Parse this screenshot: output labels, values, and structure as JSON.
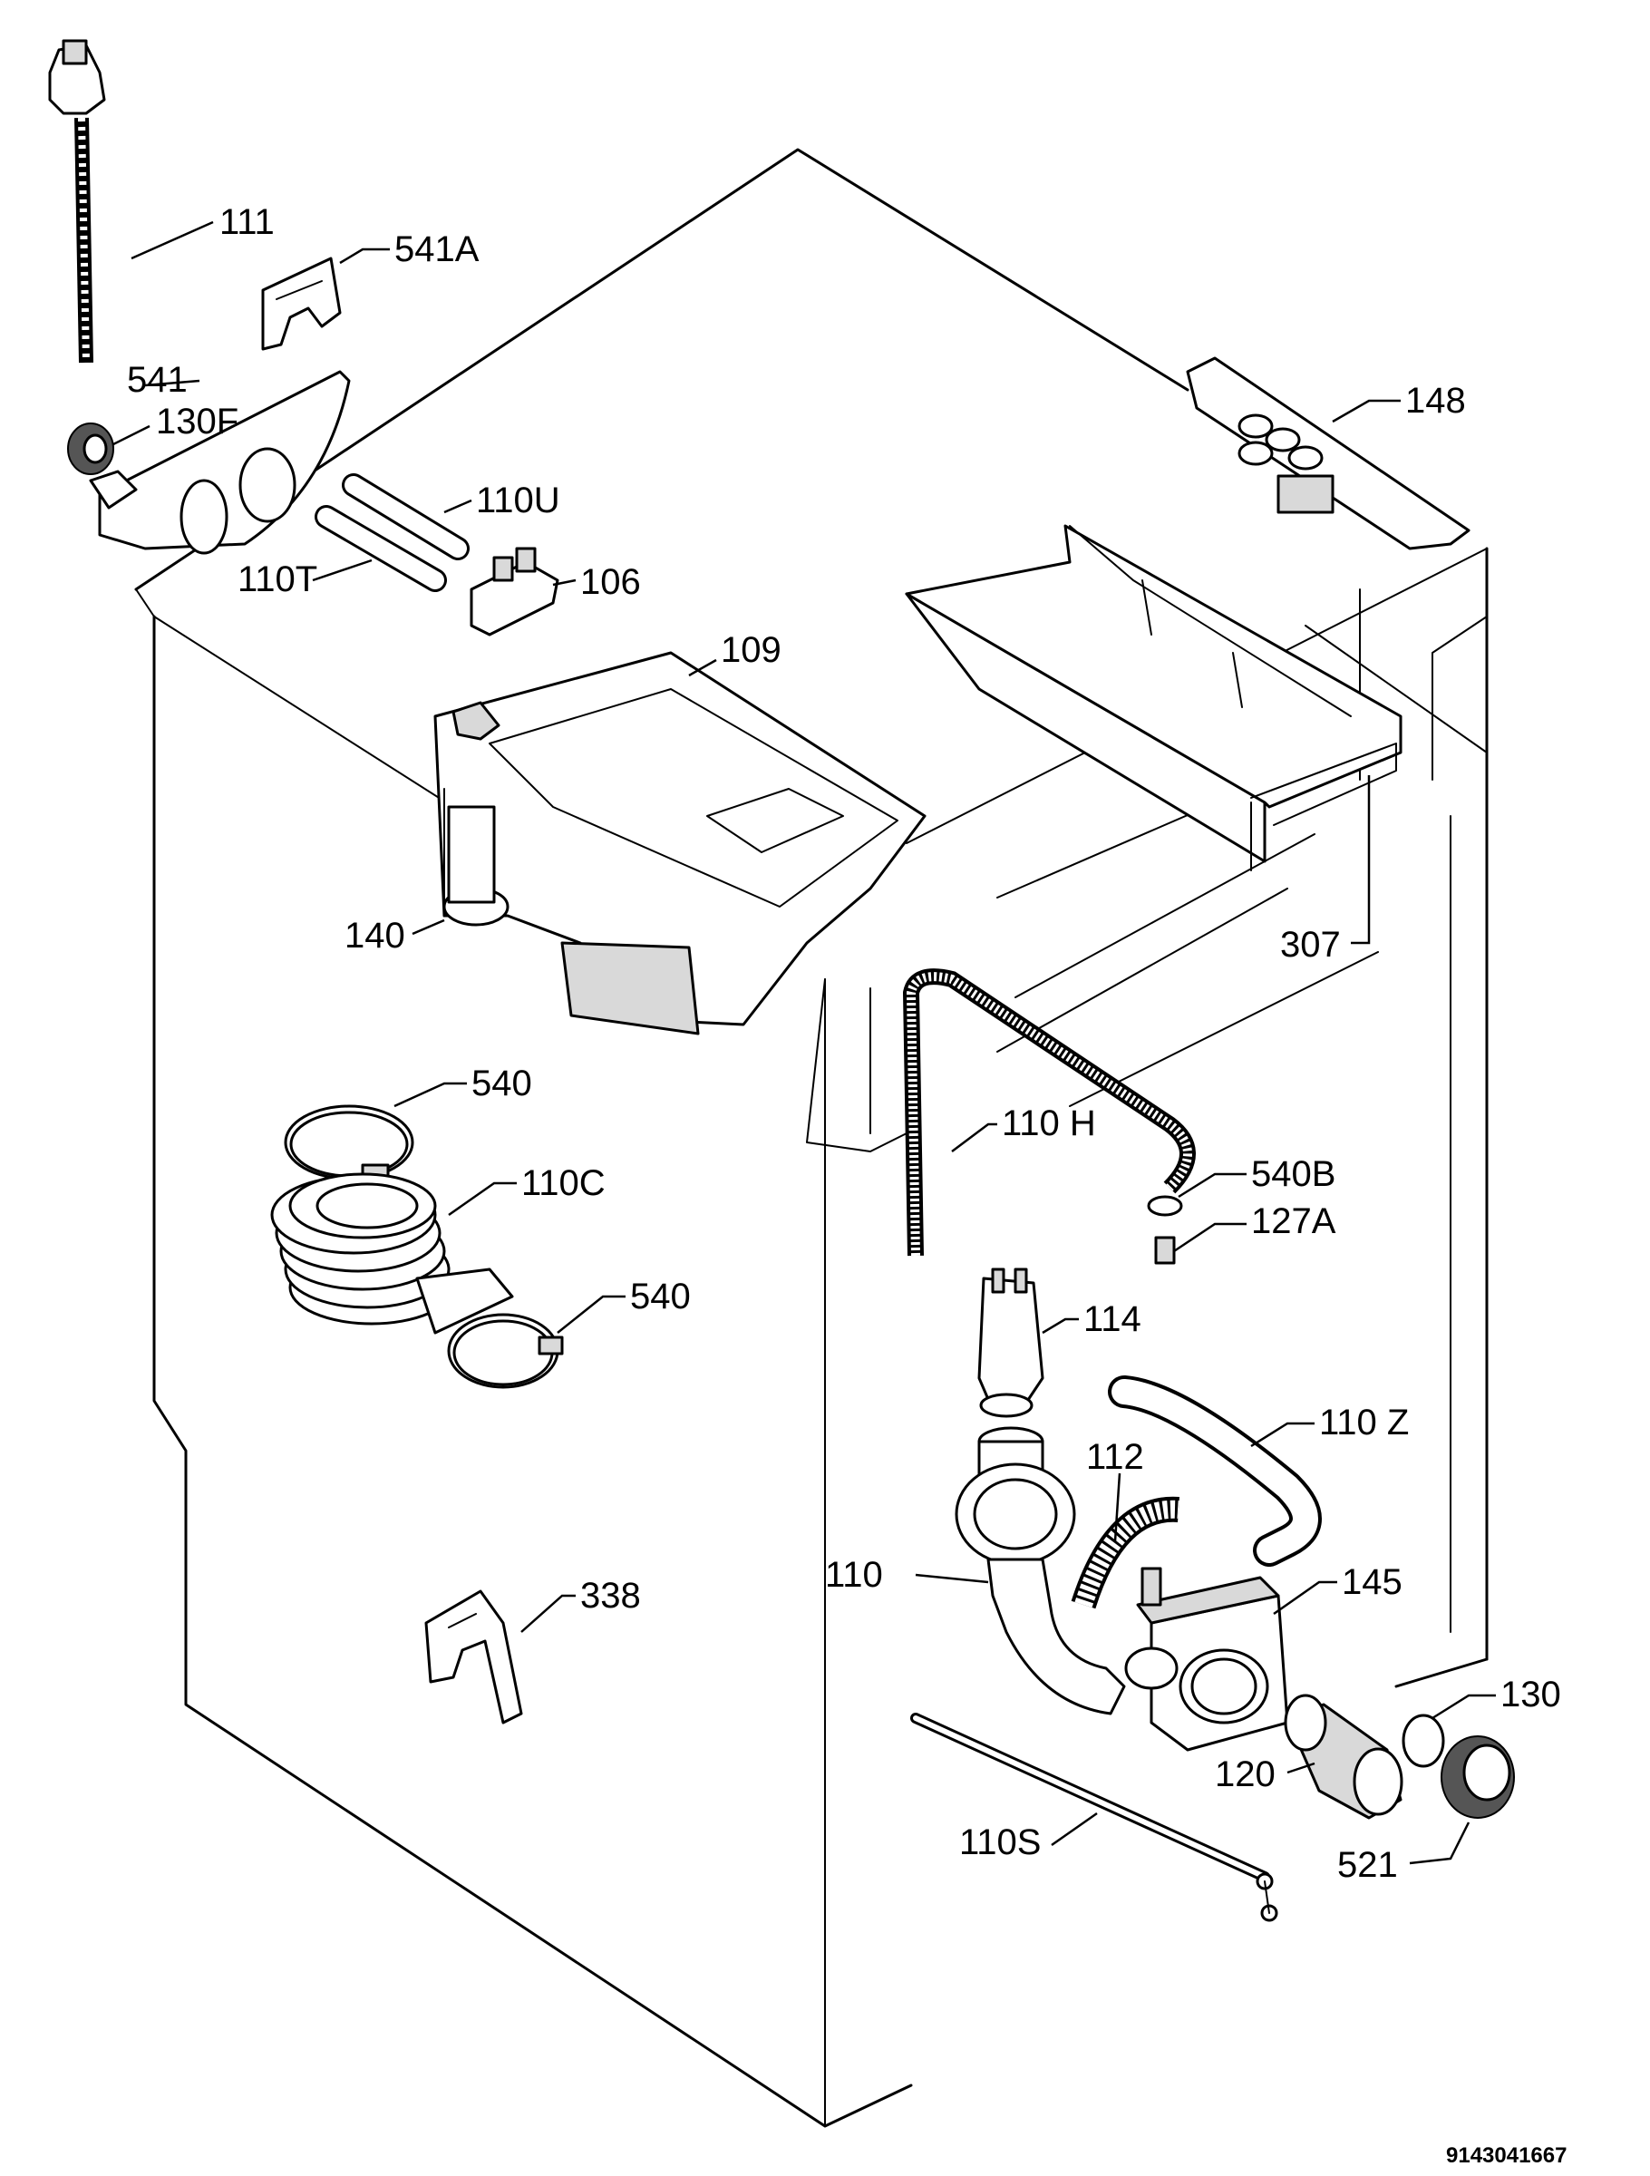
{
  "labels": {
    "p111": "111",
    "p541a": "541A",
    "p541": "541",
    "p130f": "130F",
    "p110u": "110U",
    "p110t": "110T",
    "p106": "106",
    "p148": "148",
    "p109": "109",
    "p140": "140",
    "p307": "307",
    "p540_top": "540",
    "p110c": "110C",
    "p540_bottom": "540",
    "p110h": "110 H",
    "p540b": "540B",
    "p127a": "127A",
    "p114": "114",
    "p110z": "110 Z",
    "p112": "112",
    "p110": "110",
    "p145": "145",
    "p338": "338",
    "p130": "130",
    "p120": "120",
    "p110s": "110S",
    "p521": "521"
  },
  "drawing_number": "9143041667"
}
